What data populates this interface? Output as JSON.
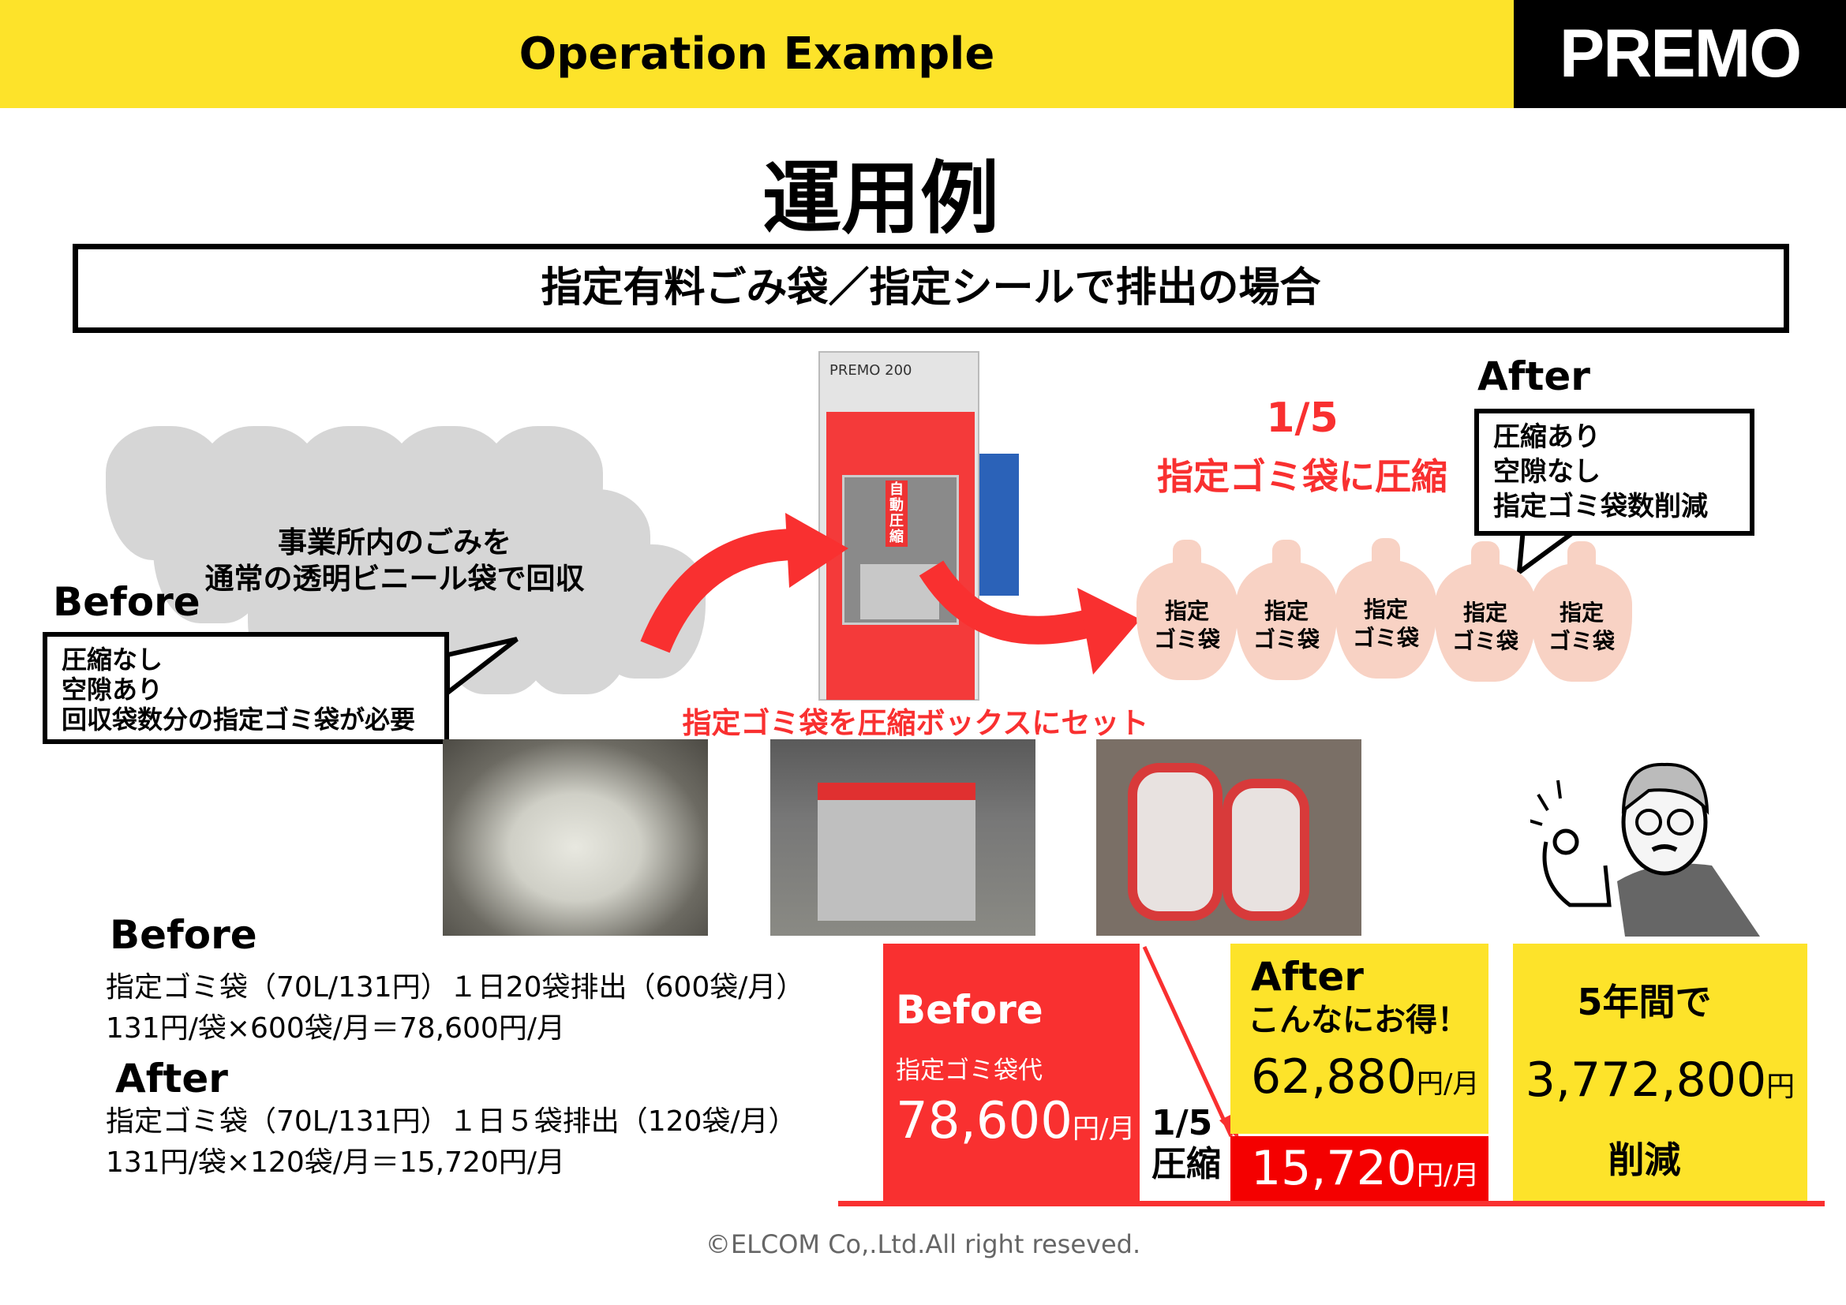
{
  "header": {
    "title": "Operation Example",
    "logo": "PREMO"
  },
  "main_title": "運用例",
  "subtitle": "指定有料ごみ袋／指定シールで排出の場合",
  "before_section": {
    "label": "Before",
    "caption_lines": [
      "事業所内のごみを",
      "通常の透明ビニール袋で回収"
    ],
    "bubble_lines": [
      "圧縮なし",
      "空隙あり",
      "回収袋数分の指定ゴミ袋が必要"
    ]
  },
  "machine": {
    "model_label": "PREMO 200",
    "panel_label": "自動圧縮",
    "caption": "指定ゴミ袋を圧縮ボックスにセット"
  },
  "after_section": {
    "label": "After",
    "ratio": "1/5",
    "headline": "指定ゴミ袋に圧縮",
    "bubble_lines": [
      "圧縮あり",
      "空隙なし",
      "指定ゴミ袋数削減"
    ],
    "bag_label_lines": [
      "指定",
      "ゴミ袋"
    ],
    "bag_count": 5
  },
  "calc": {
    "before": {
      "label": "Before",
      "lines": [
        "指定ゴミ袋（70L/131円）１日20袋排出（600袋/月）",
        "131円/袋×600袋/月＝78,600円/月"
      ]
    },
    "after": {
      "label": "After",
      "lines": [
        "指定ゴミ袋（70L/131円）１日５袋排出（120袋/月）",
        "131円/袋×120袋/月＝15,720円/月"
      ]
    }
  },
  "summary": {
    "before_label": "Before",
    "before_sub": "指定ゴミ袋代",
    "before_value": "78,600",
    "unit": "円/月",
    "ratio": "1/5",
    "ratio_label": "圧縮",
    "after_label": "After",
    "after_sub": "こんなにお得！",
    "saving_value": "62,880",
    "after_value": "15,720",
    "five_year_label": "5年間で",
    "five_year_value": "3,772,800",
    "five_year_unit": "円",
    "five_year_suffix": "削減"
  },
  "colors": {
    "yellow": "#fde32a",
    "red": "#f93030",
    "pink": "#f8d2c4"
  },
  "footer": "©ELCOM Co,.Ltd.All right reseved."
}
